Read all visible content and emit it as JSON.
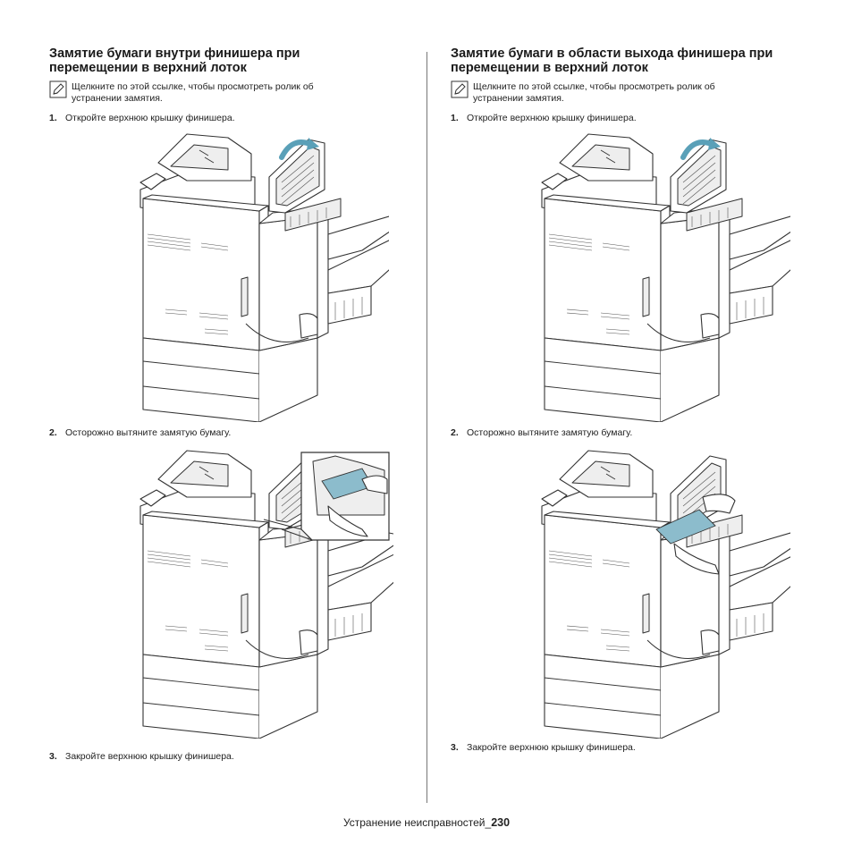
{
  "left": {
    "title": [
      "Замятие бумаги внутри финишера при",
      "перемещении в верхний лоток"
    ],
    "note": [
      "Щелкните по этой ссылке, чтобы просмотреть ролик об",
      "устранении замятия."
    ],
    "steps": [
      {
        "num": "1.",
        "text": "Откройте верхнюю крышку финишера."
      },
      {
        "num": "2.",
        "text": "Осторожно вытяните замятую бумагу."
      },
      {
        "num": "3.",
        "text": "Закройте верхнюю крышку финишера."
      }
    ]
  },
  "right": {
    "title": [
      "Замятие бумаги в области выхода финишера при",
      "перемещении в верхний лоток"
    ],
    "note": [
      "Щелкните по этой ссылке, чтобы просмотреть ролик об",
      "устранении замятия."
    ],
    "steps": [
      {
        "num": "1.",
        "text": "Откройте верхнюю крышку финишера."
      },
      {
        "num": "2.",
        "text": "Осторожно вытяните замятую бумагу."
      },
      {
        "num": "3.",
        "text": "Закройте верхнюю крышку финишера."
      }
    ]
  },
  "footer": {
    "section": "Устранение неисправностей_",
    "page": "230"
  },
  "colors": {
    "arrow": "#5aa0b8",
    "paper_jam": "#8cbccc",
    "text": "#222222"
  }
}
